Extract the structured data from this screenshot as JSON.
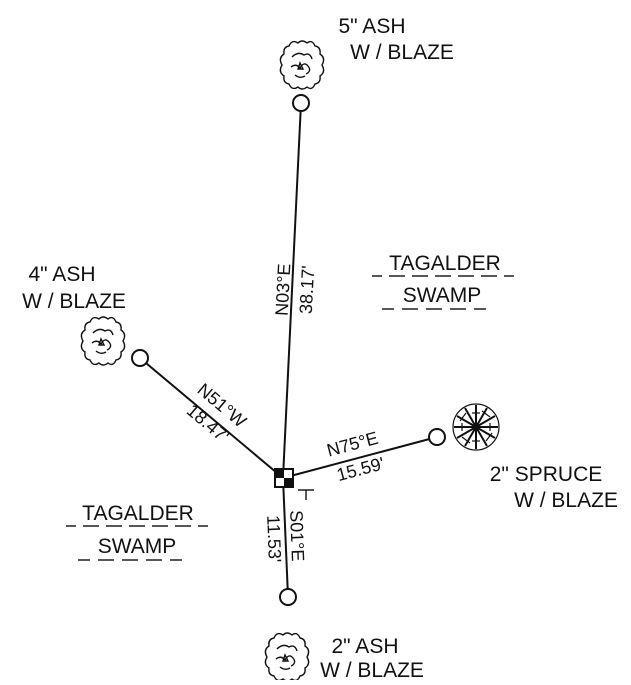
{
  "trees": {
    "north": {
      "line1": "5\" ASH",
      "line2": "W / BLAZE"
    },
    "west": {
      "line1": "4\" ASH",
      "line2": "W / BLAZE"
    },
    "east": {
      "line1": "2\" SPRUCE",
      "line2": "W / BLAZE"
    },
    "south": {
      "line1": "2\" ASH",
      "line2": "W / BLAZE"
    }
  },
  "bearings": {
    "north": {
      "bearing": "N03°E",
      "distance": "38.17'"
    },
    "west": {
      "bearing": "N51°W",
      "distance": "18.47'"
    },
    "east": {
      "bearing": "N75°E",
      "distance": "15.59'"
    },
    "south": {
      "bearing": "S01°E",
      "distance": "11.53'"
    }
  },
  "swamps": {
    "upper": {
      "line1": "TAGALDER",
      "line2": "SWAMP"
    },
    "lower": {
      "line1": "TAGALDER",
      "line2": "SWAMP"
    }
  }
}
